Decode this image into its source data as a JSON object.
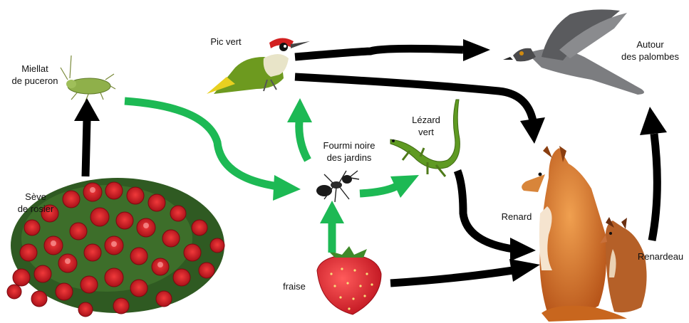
{
  "organisms": {
    "miellat": {
      "line1": "Miellat",
      "line2": "de puceron",
      "icon": "aphid-icon"
    },
    "seve": {
      "line1": "Sève",
      "line2": "de rosier",
      "icon": "rose-bush-icon"
    },
    "pic": {
      "line1": "Pic vert",
      "icon": "woodpecker-icon"
    },
    "fourmi": {
      "line1": "Fourmi noire",
      "line2": "des jardins",
      "icon": "ant-icon"
    },
    "lezard": {
      "line1": "Lézard",
      "line2": "vert",
      "icon": "lizard-icon"
    },
    "fraise": {
      "line1": "fraise",
      "icon": "strawberry-icon"
    },
    "autour": {
      "line1": "Autour",
      "line2": "des palombes",
      "icon": "hawk-icon"
    },
    "renard": {
      "line1": "Renard",
      "icon": "fox-icon"
    },
    "renardeau": {
      "line1": "Renardeau",
      "icon": "fox-cub-icon"
    }
  },
  "arrow_colors": {
    "black": "#000000",
    "green": "#1db954"
  },
  "arrows": [
    {
      "from": "seve",
      "to": "miellat",
      "color": "black"
    },
    {
      "from": "miellat",
      "to": "fourmi",
      "color": "green"
    },
    {
      "from": "fourmi",
      "to": "pic",
      "color": "green"
    },
    {
      "from": "fraise",
      "to": "fourmi",
      "color": "green"
    },
    {
      "from": "fourmi",
      "to": "lezard",
      "color": "green"
    },
    {
      "from": "pic",
      "to": "autour",
      "color": "black"
    },
    {
      "from": "pic",
      "to": "renard",
      "color": "black"
    },
    {
      "from": "lezard",
      "to": "renard",
      "color": "black"
    },
    {
      "from": "fraise",
      "to": "renard",
      "color": "black"
    },
    {
      "from": "renardeau",
      "to": "autour",
      "color": "black"
    }
  ]
}
